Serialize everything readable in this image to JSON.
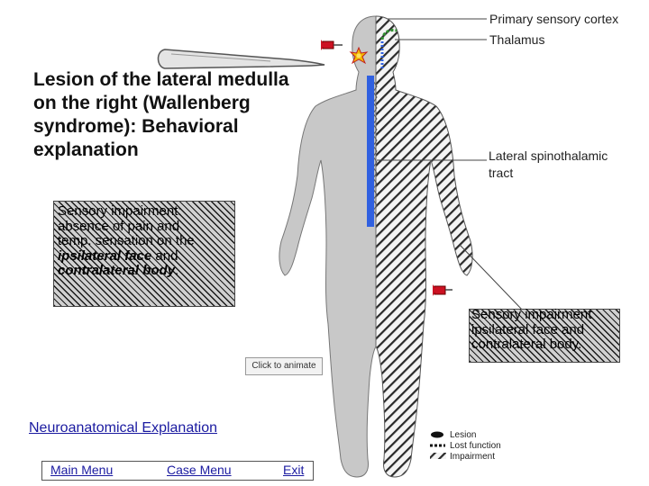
{
  "title": "Lesion of the lateral medulla on the right (Wallenberg syndrome): Behavioral explanation",
  "labels": {
    "primary_sensory_cortex": "Primary sensory cortex",
    "thalamus": "Thalamus",
    "tract_line1": "Lateral spinothalamic",
    "tract_line2": "tract"
  },
  "left_box": {
    "line1": "Sensory impairment:",
    "line2": "absence of pain and",
    "line3": "temp. sensation on the",
    "ipsi": "ipsilateral face",
    "and": " and",
    "contra": "contralateral body",
    "end": "."
  },
  "right_box": {
    "line1": "Sensory impairment",
    "line2": "ipsilateral face and",
    "line3": "contralateral body."
  },
  "animate_button": "Click to animate",
  "neuro_link": "Neuroanatomical Explanation",
  "nav": {
    "main_menu": "Main Menu",
    "case_menu": "Case Menu",
    "exit": "Exit"
  },
  "legend": {
    "lesion": "Lesion",
    "lost_function": "Lost function",
    "impairment": "Impairment"
  },
  "colors": {
    "tract_blue": "#3060e0",
    "thalamus_green": "#2f8f2f",
    "pin_red": "#cc1122",
    "body_gray": "#c8c8c8"
  }
}
